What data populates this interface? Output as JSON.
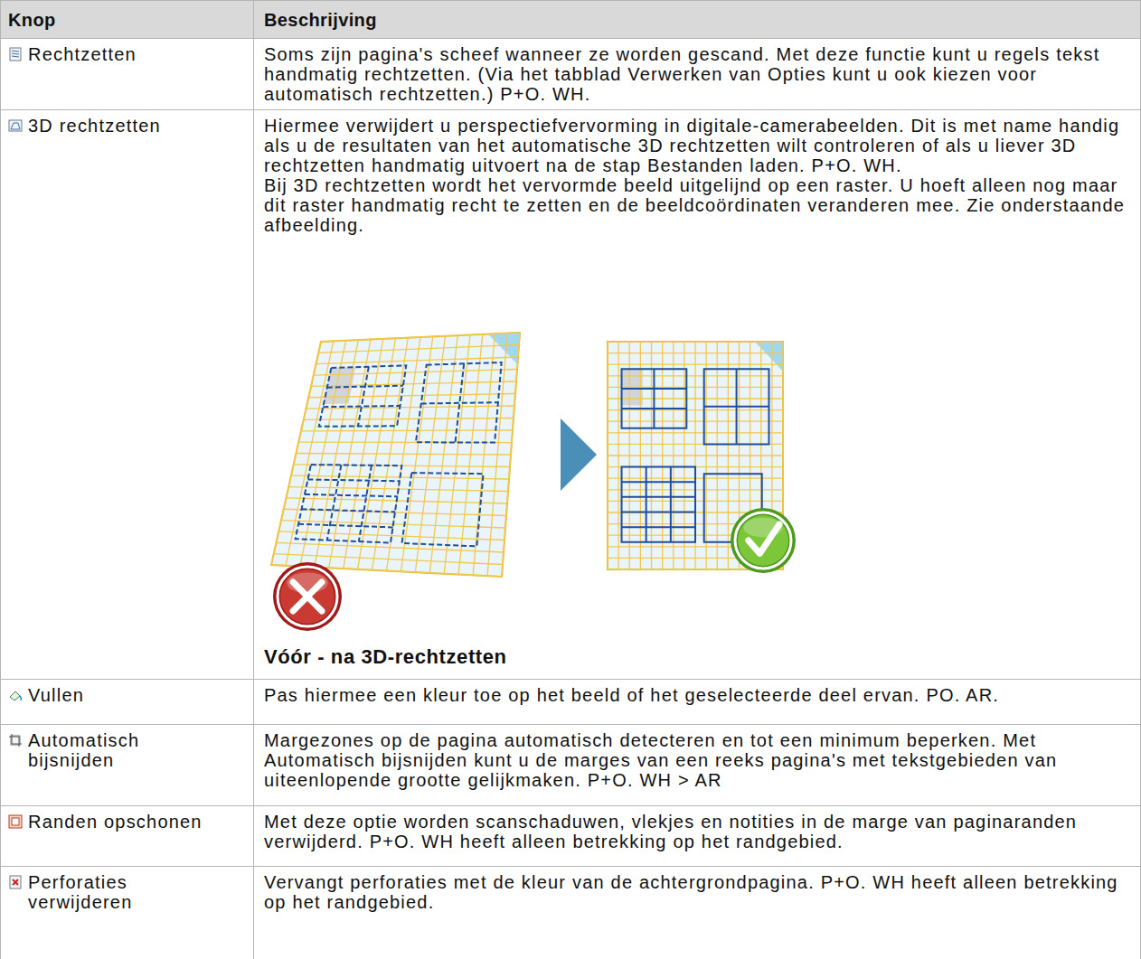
{
  "diagram": {
    "labels": [
      "Knop",
      "Beschrijving",
      "Rechtzetten",
      "Soms zijn pagina's scheef wanneer ze worden gescand. Met deze functie kunt u regels tekst handmatig rechtzetten. (Via het tabblad Verwerken van Opties kunt u ook kiezen voor automatisch rechtzetten.) P+O. WH.",
      "3D rechtzetten",
      "Hiermee verwijdert u perspectiefvervorming in digitale-camerabeelden. Dit is met name handig als u de resultaten van het automatische 3D rechtzetten wilt controleren of als u liever 3D rechtzetten handmatig uitvoert na de stap Bestanden laden. P+O. WH.",
      "Bij 3D rechtzetten wordt het vervormde beeld uitgelijnd op een raster. U hoeft alleen nog maar dit raster handmatig recht te zetten en de beeldcoördinaten veranderen mee. Zie onderstaande afbeelding.",
      "Vóór - na 3D-rechtzetten",
      "Vullen",
      "Pas hiermee een kleur toe op het beeld of het geselecteerde deel ervan. PO. AR.",
      "Automatisch bijsnijden",
      "Margezones op de pagina automatisch detecteren en tot een minimum beperken. Met Automatisch bijsnijden kunt u de marges van een reeks pagina's met tekstgebieden van uiteenlopende grootte gelijkmaken. P+O. WH > AR",
      "Randen opschonen",
      "Met deze optie worden scanschaduwen, vlekjes en notities in de marge van paginaranden verwijderd. P+O. WH heeft alleen betrekking op het randgebied.",
      "Perforaties verwijderen",
      "Vervangt perforaties met de kleur van de achtergrondpagina. P+O. WH heeft alleen betrekking op het randgebied."
    ]
  }
}
